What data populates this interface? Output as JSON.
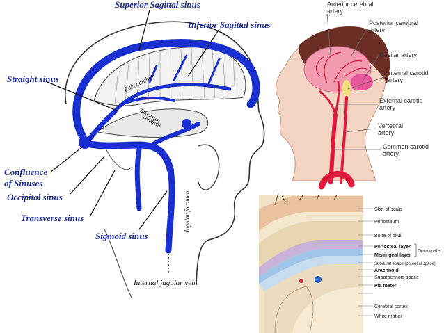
{
  "left_panel": {
    "labels": {
      "superior_sagittal_sinus": "Superior Sagittal sinus",
      "inferior_sagittal_sinus": "Inferior Sagittal sinus",
      "straight_sinus": "Straight sinus",
      "confluence_1": "Confluence",
      "confluence_2": "of Sinuses",
      "occipital_sinus": "Occipital sinus",
      "transverse_sinus": "Transverse sinus",
      "sigmoid_sinus": "Sigmoid sinus",
      "internal_jugular_vein": "Internal jugular vein",
      "falx_cerebri": "Falx cerebri",
      "tentorium": "Tentorium",
      "cerebelli": "cerebelli",
      "jugular_foramen": "Jugular foramen"
    },
    "colors": {
      "sinus_blue": "#1a2fd0",
      "label_blue": "#1f2ea0"
    }
  },
  "top_right_panel": {
    "labels": {
      "anterior_cerebral_1": "Anterior cerebral",
      "anterior_cerebral_2": "artery",
      "posterior_cerebral_1": "Posterior cerebral",
      "posterior_cerebral_2": "artery",
      "basilar_artery": "Basilar artery",
      "internal_carotid_1": "Internal carotid",
      "internal_carotid_2": "artery",
      "external_carotid_1": "External carotid",
      "external_carotid_2": "artery",
      "vertebral_1": "Vertebral",
      "vertebral_2": "artery",
      "common_carotid_1": "Common carotid",
      "common_carotid_2": "artery"
    },
    "colors": {
      "artery_red": "#e0193a",
      "skin": "#f3d3c2"
    }
  },
  "bottom_right_panel": {
    "labels": {
      "skin_of_scalp": "Skin of scalp",
      "periosteum": "Periosteum",
      "bone_of_skull": "Bone of skull",
      "periosteal_layer": "Periosteal layer",
      "meningeal_layer": "Meningeal layer",
      "dura_mater": "Dura mater",
      "subdural_space": "Subdural space (potential space)",
      "arachnoid": "Arachnoid",
      "subarachnoid_space": "Subarachnoid space",
      "pia_mater": "Pia mater",
      "cerebral_cortex": "Cerebral cortex",
      "white_matter": "White matter"
    }
  }
}
